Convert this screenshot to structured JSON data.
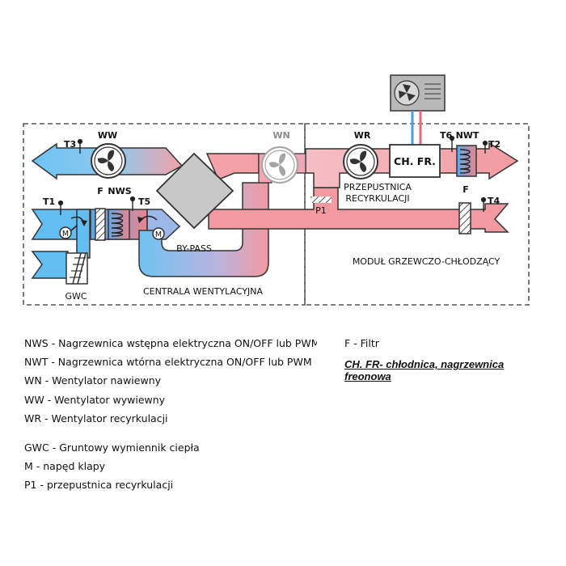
{
  "diagram": {
    "module_labels": {
      "central_unit": "CENTRALA WENTYLACYJNA",
      "heating_cooling_module": "MODUŁ GRZEWCZO-CHŁODZĄCY"
    },
    "components": {
      "ww": "WW",
      "wn": "WN",
      "wr": "WR",
      "nws": "NWS",
      "nwt": "NWT",
      "filter_left": "F",
      "filter_right": "F",
      "bypass": "BY-PASS",
      "gwc": "GWC",
      "chfr": "CH. FR.",
      "throttle_p1": "P1",
      "throttle_caption_line1": "PRZEPUSTNICA",
      "throttle_caption_line2": "RECYRKULACJI",
      "damper_m": "M"
    },
    "sensors": {
      "t1": "T1",
      "t2": "T2",
      "t3": "T3",
      "t4": "T4",
      "t5": "T5",
      "t6": "T6"
    },
    "colors": {
      "cold": "#62bdf0",
      "warm": "#f2999b",
      "pink": "#f0a6b6",
      "exchanger": "#c8c8c8"
    }
  },
  "legend": {
    "left": [
      "NWS - Nagrzewnica wstępna elektryczna ON/OFF lub PWM",
      "NWT - Nagrzewnica wtórna elektryczna ON/OFF lub PWM",
      "WN - Wentylator nawiewny",
      "WW - Wentylator wywiewny",
      "WR - Wentylator recyrkulacji"
    ],
    "left_2": [
      "GWC - Gruntowy wymiennik ciepła",
      "M - napęd klapy",
      "P1 - przepustnica recyrkulacji"
    ],
    "filter": "F - Filtr",
    "chfr_note_line1": "CH. FR- chłodnica, nagrzewnica",
    "chfr_note_line2": "freonowa"
  }
}
